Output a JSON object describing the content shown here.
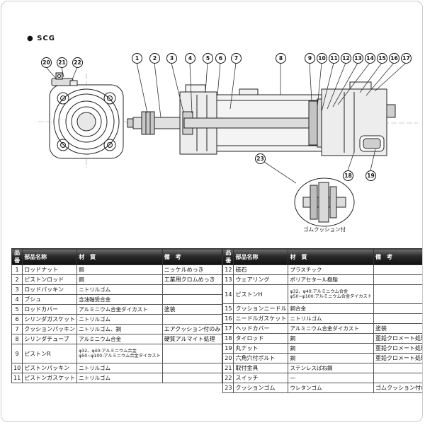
{
  "page": {
    "series_label": "● SCG",
    "detail_caption": "ゴムクッション付"
  },
  "drawing": {
    "callouts": {
      "c1": "1",
      "c2": "2",
      "c3": "3",
      "c4": "4",
      "c5": "5",
      "c6": "6",
      "c7": "7",
      "c8": "8",
      "c9": "9",
      "c10": "10",
      "c11": "11",
      "c12": "12",
      "c13": "13",
      "c14": "14",
      "c15": "15",
      "c16": "16",
      "c17": "17",
      "c18": "18",
      "c19": "19",
      "c20": "20",
      "c21": "21",
      "c22": "22",
      "c23": "23"
    }
  },
  "table": {
    "headers": {
      "no": "品番",
      "name": "部品名称",
      "material": "材　質",
      "note": "備　考"
    },
    "left_rows": [
      {
        "no": "1",
        "name": "ロッドナット",
        "material": "鋼",
        "note": "ニッケルめっき"
      },
      {
        "no": "2",
        "name": "ピストンロッド",
        "material": "鋼",
        "note": "工業用クロムめっき"
      },
      {
        "no": "3",
        "name": "ロッドパッキン",
        "material": "ニトリルゴム"
      },
      {
        "no": "4",
        "name": "ブシュ",
        "material": "含油軸受合金"
      },
      {
        "no": "5",
        "name": "ロッドカバー",
        "material": "アルミニウム合金ダイカスト",
        "note": "塗装"
      },
      {
        "no": "6",
        "name": "シリンダガスケット",
        "material": "ニトリルゴム"
      },
      {
        "no": "7",
        "name": "クッションパッキン",
        "material": "ニトリルゴム、鋼",
        "note": "エアクッション付のみ"
      },
      {
        "no": "8",
        "name": "シリンダチューブ",
        "material": "アルミニウム合金",
        "note": "硬質アルマイト処理"
      },
      {
        "no": "9",
        "name": "ピストンR",
        "material": "φ32、φ40:アルミニウム合金",
        "material2": "φ50~φ100:アルミニウム合金ダイカスト"
      },
      {
        "no": "10",
        "name": "ピストンパッキン",
        "material": "ニトリルゴム"
      },
      {
        "no": "11",
        "name": "ピストンガスケット",
        "material": "ニトリルゴム"
      }
    ],
    "right_rows": [
      {
        "no": "12",
        "name": "磁石",
        "material": "プラスチック"
      },
      {
        "no": "13",
        "name": "ウェアリング",
        "material": "ポリアセタール樹脂"
      },
      {
        "no": "14",
        "name": "ピストンH",
        "material": "φ32、φ40:アルミニウム合金",
        "material2": "φ50~φ100:アルミニウム合金ダイカスト"
      },
      {
        "no": "15",
        "name": "クッションニードル",
        "material": "銅合金"
      },
      {
        "no": "16",
        "name": "ニードルガスケット",
        "material": "ニトリルゴム"
      },
      {
        "no": "17",
        "name": "ヘッドカバー",
        "material": "アルミニウム合金ダイカスト",
        "note": "塗装"
      },
      {
        "no": "18",
        "name": "タイロッド",
        "material": "鋼",
        "note": "亜鉛クロメート処理"
      },
      {
        "no": "19",
        "name": "丸ナット",
        "material": "鋼",
        "note": "亜鉛クロメート処理"
      },
      {
        "no": "20",
        "name": "六角穴付ボルト",
        "material": "鋼",
        "note": "亜鉛クロメート処理"
      },
      {
        "no": "21",
        "name": "取付金具",
        "material": "ステンレスばね鋼"
      },
      {
        "no": "22",
        "name": "スイッチ",
        "material": "―"
      },
      {
        "no": "23",
        "name": "クッションゴム",
        "material": "ウレタンゴム",
        "note": "ゴムクッション付のみ"
      }
    ]
  }
}
